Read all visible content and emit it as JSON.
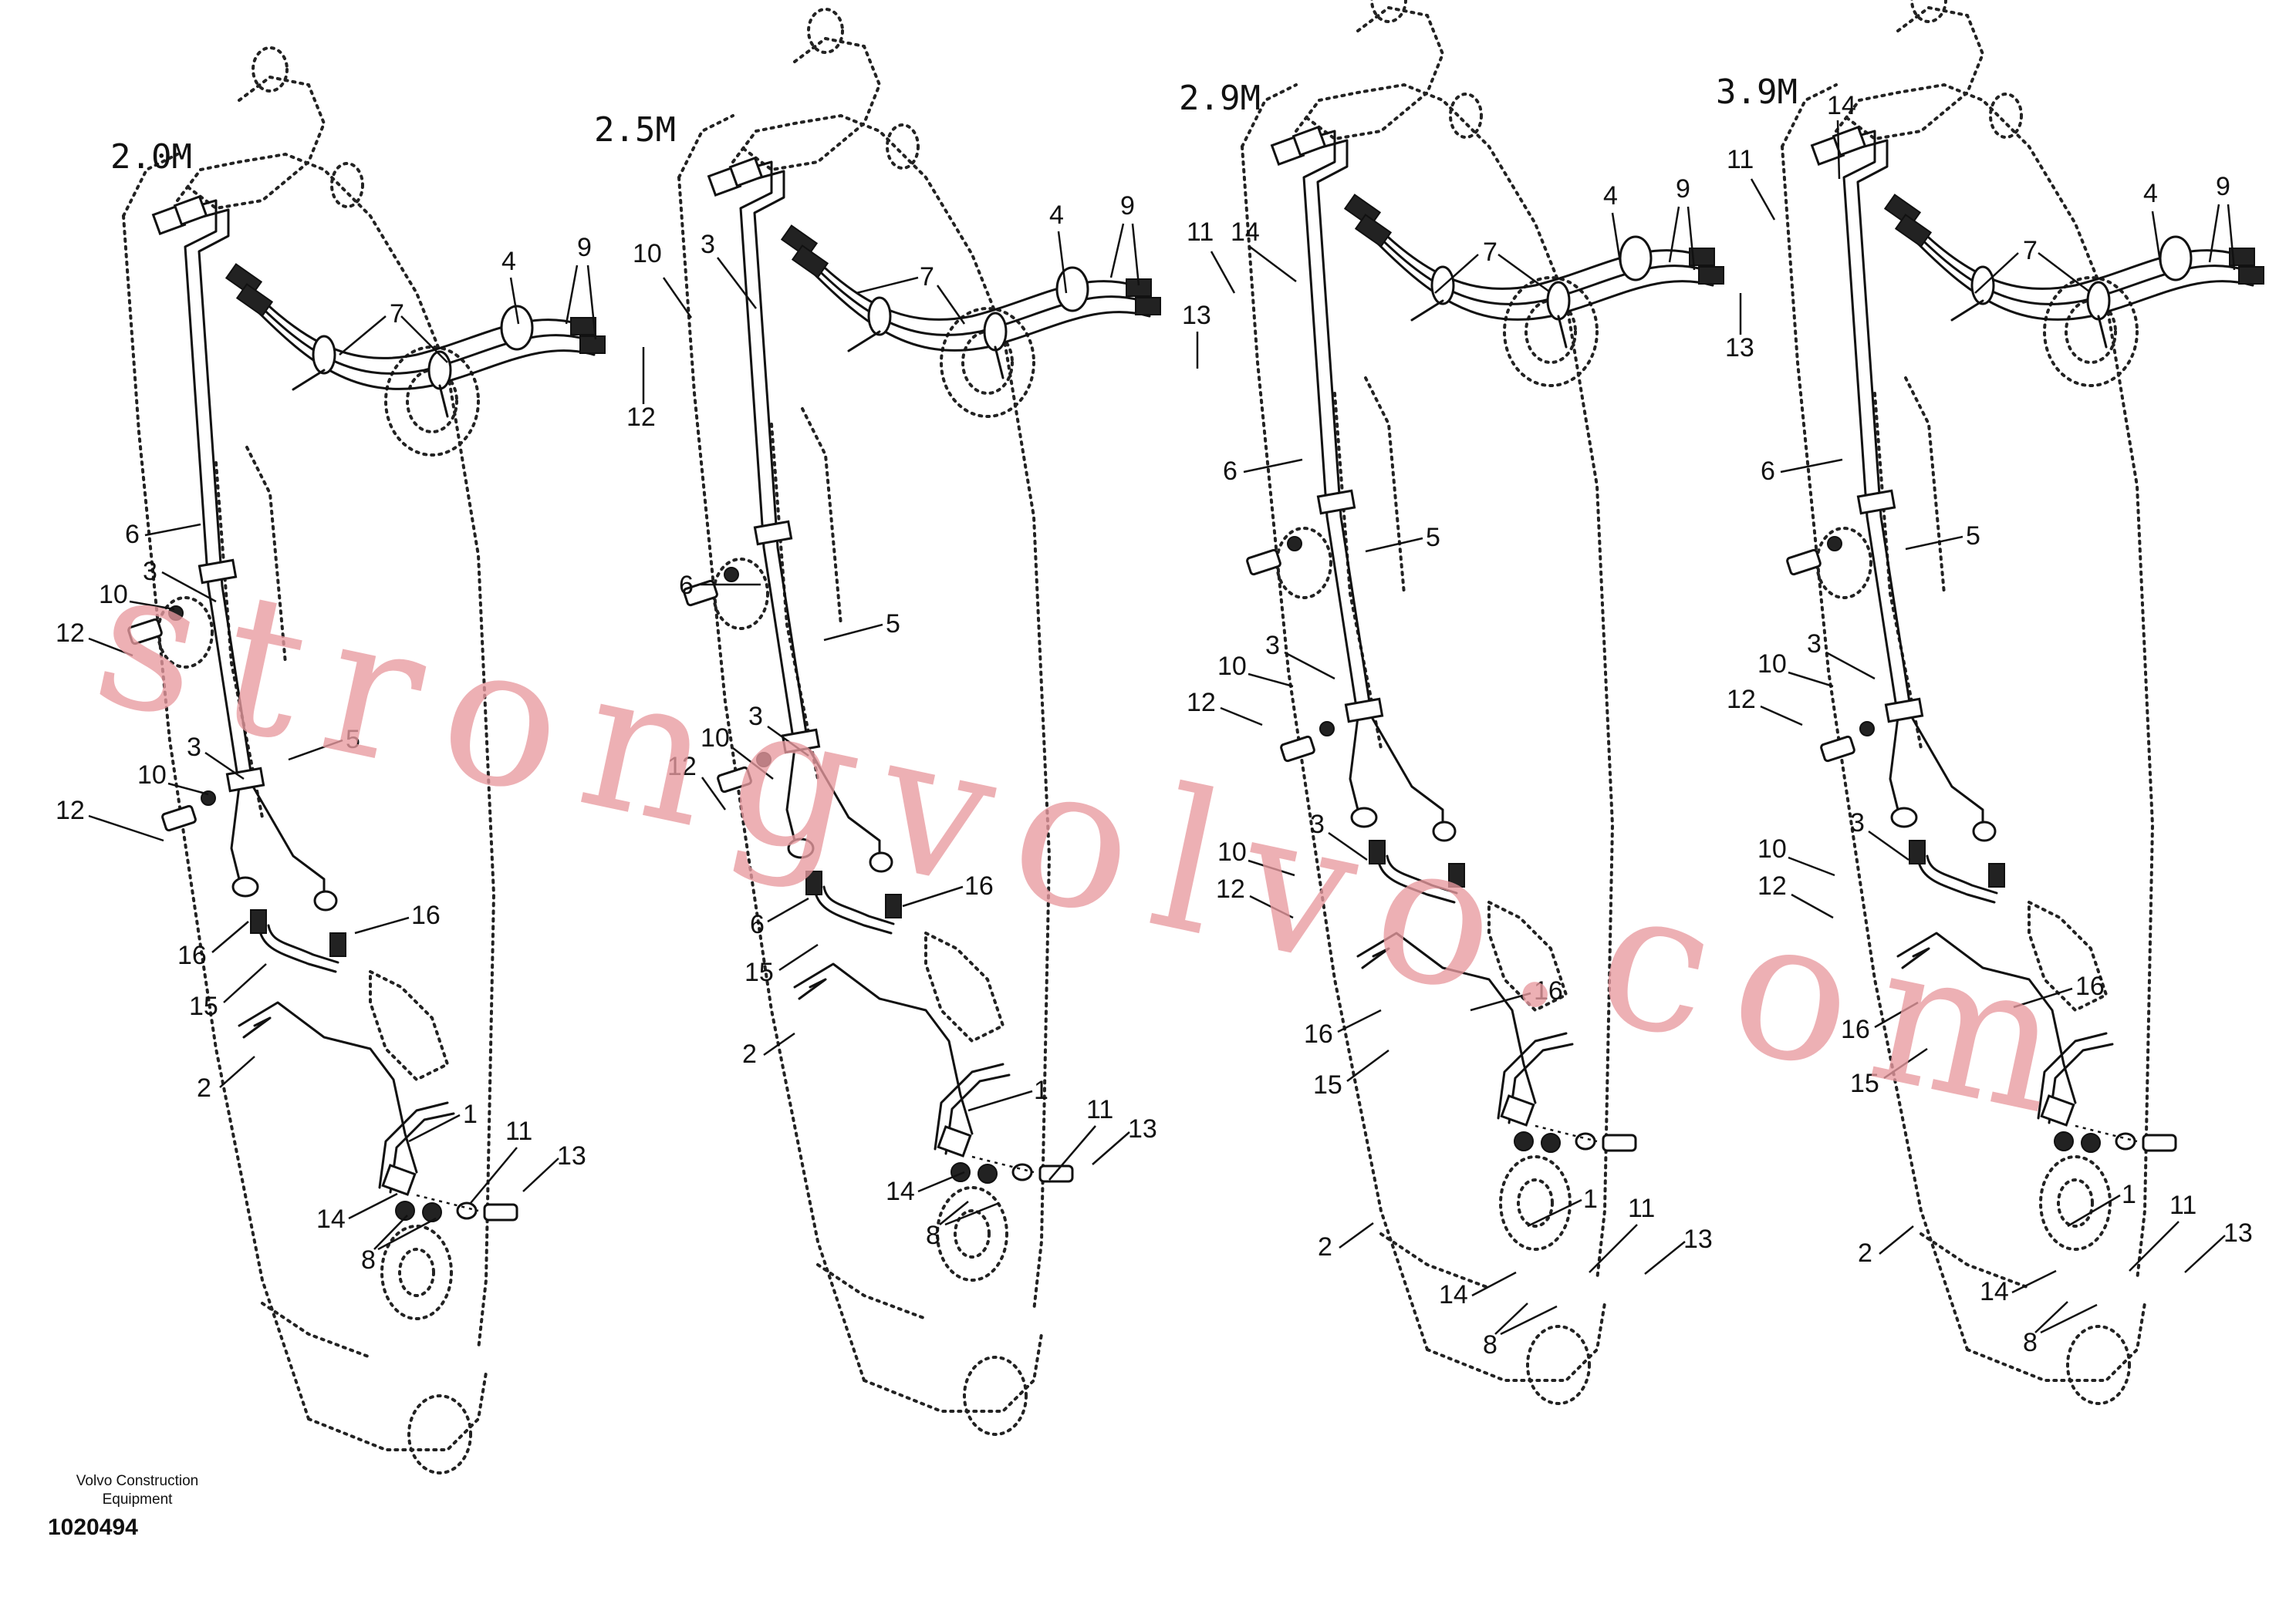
{
  "diagram": {
    "variants": [
      {
        "title": "2.0M",
        "labels": [
          "1",
          "2",
          "3",
          "3",
          "4",
          "5",
          "6",
          "7",
          "8",
          "9",
          "10",
          "10",
          "11",
          "12",
          "12",
          "13",
          "14",
          "15",
          "16",
          "16"
        ]
      },
      {
        "title": "2.5M",
        "labels": [
          "1",
          "2",
          "3",
          "3",
          "4",
          "5",
          "6",
          "6",
          "7",
          "8",
          "9",
          "10",
          "10",
          "11",
          "12",
          "12",
          "13",
          "14",
          "15",
          "16"
        ]
      },
      {
        "title": "2.9M",
        "labels": [
          "1",
          "2",
          "3",
          "3",
          "4",
          "5",
          "6",
          "7",
          "8",
          "9",
          "10",
          "10",
          "11",
          "11",
          "12",
          "12",
          "13",
          "13",
          "14",
          "14",
          "15",
          "16",
          "16"
        ]
      },
      {
        "title": "3.9M",
        "labels": [
          "1",
          "2",
          "3",
          "3",
          "4",
          "5",
          "6",
          "7",
          "8",
          "9",
          "10",
          "10",
          "11",
          "11",
          "12",
          "12",
          "13",
          "13",
          "14",
          "14",
          "15",
          "16",
          "16"
        ]
      }
    ]
  },
  "footer": {
    "company_line1": "Volvo Construction",
    "company_line2": "Equipment",
    "drawing_number": "1020494"
  },
  "watermark": "strongvolvo.com"
}
